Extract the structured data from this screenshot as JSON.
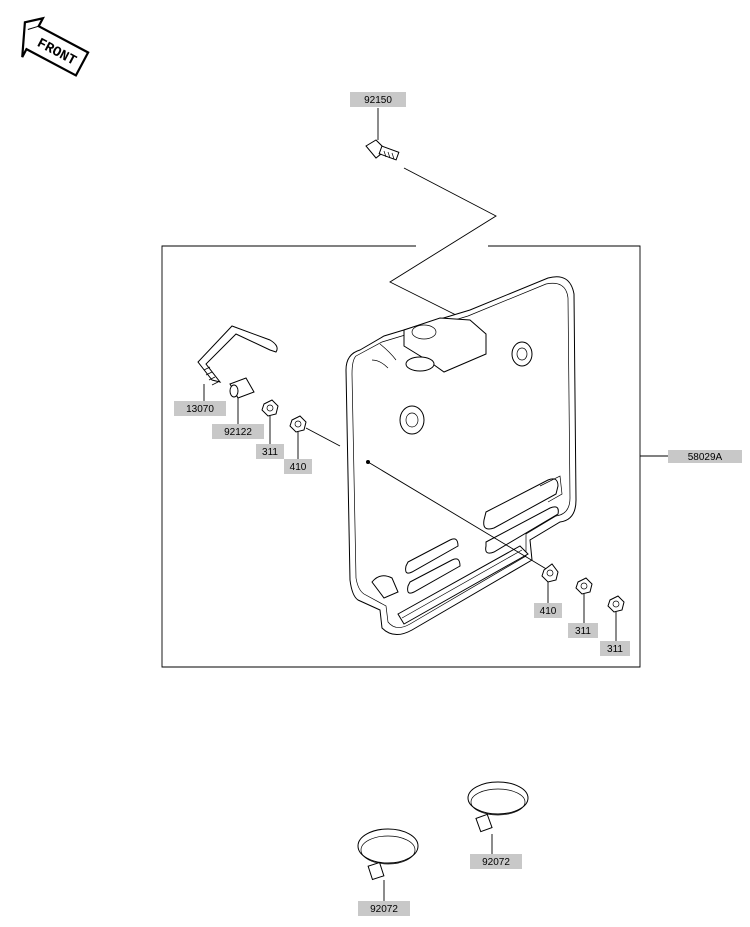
{
  "front_badge": {
    "text": "FRONT"
  },
  "callouts": {
    "bolt": "92150",
    "bracket_assy": "58029A",
    "pin": "13070",
    "collar": "92122",
    "nut_left": "311",
    "washer_left": "410",
    "washer_right": "410",
    "nut_right_1": "311",
    "nut_right_2": "311",
    "band_right": "92072",
    "band_left": "92072"
  },
  "colors": {
    "label_fill": "#c8c8c8",
    "line": "#000000",
    "background": "#ffffff"
  }
}
